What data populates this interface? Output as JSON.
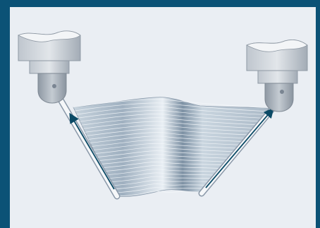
{
  "diagram": {
    "description_visible_text": "",
    "colors": {
      "frame": "#0b5276",
      "background": "#eaeef3",
      "arrow": "#0b4a66",
      "rail": "#8a98a8",
      "sheet_light": "#e6edf3",
      "sheet_dark": "#7f93a6",
      "head_light": "#e0e4e8",
      "head_dark": "#9aa3ad"
    },
    "components": [
      "left-toolhead",
      "right-toolhead",
      "formed-sheet",
      "left-tool-path",
      "right-tool-path"
    ]
  }
}
